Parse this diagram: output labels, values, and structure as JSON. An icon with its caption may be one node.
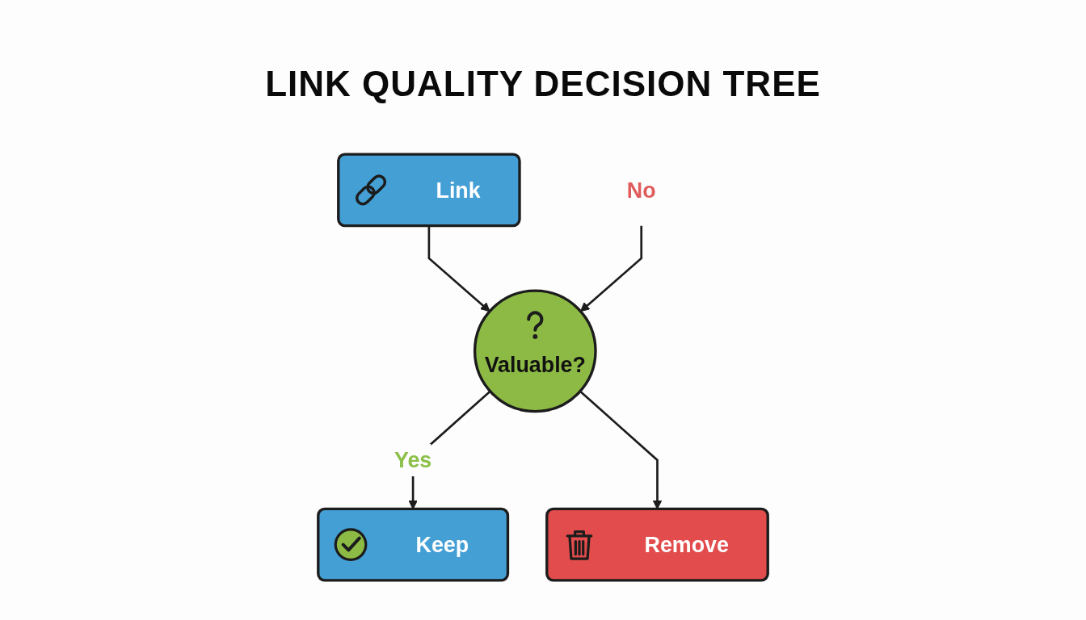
{
  "diagram": {
    "title": "LINK QUALITY DECISION TREE",
    "nodes": [
      {
        "text": [
          "Link"
        ]
      },
      {
        "text": [
          "No"
        ]
      },
      {
        "text": [
          "Valuable?"
        ]
      },
      {
        "text": [
          "Keep"
        ]
      },
      {
        "text": [
          "Remove"
        ]
      }
    ],
    "edges": [
      {
        "from": 0,
        "to": 2,
        "arrow": "to"
      },
      {
        "from": 1,
        "to": 2,
        "arrow": "to"
      },
      {
        "from": 2,
        "to": 3,
        "arrow": "to",
        "label": "Yes"
      },
      {
        "from": 2,
        "to": 4,
        "arrow": "to"
      }
    ]
  }
}
